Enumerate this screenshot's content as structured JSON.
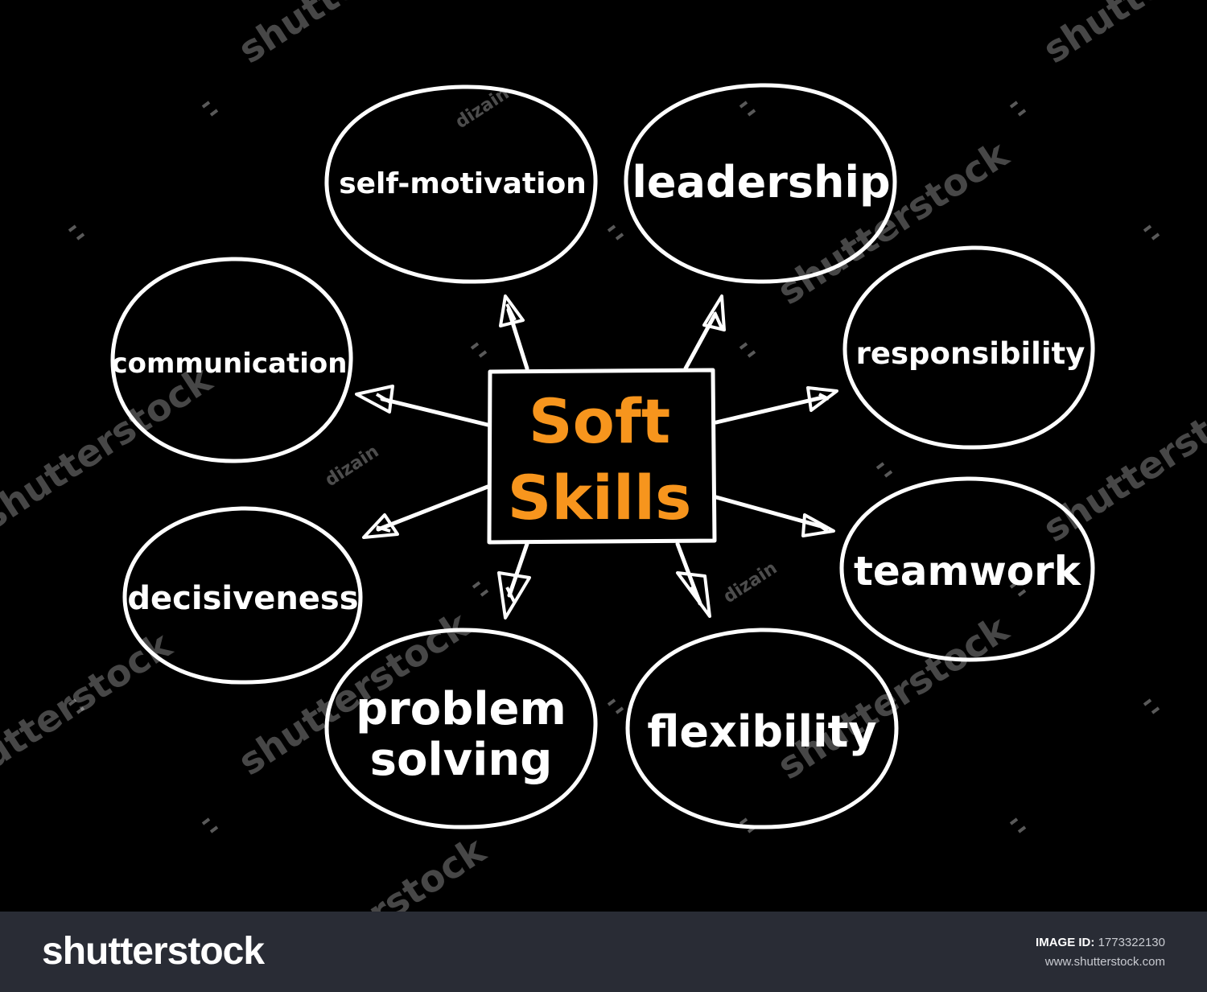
{
  "diagram": {
    "center": {
      "line1": "Soft",
      "line2": "Skills",
      "color": "#f7951d"
    },
    "nodes": {
      "self_motivation": "self-motivation",
      "leadership": "leadership",
      "communication": "communication",
      "responsibility": "responsibility",
      "decisiveness": "decisiveness",
      "teamwork": "teamwork",
      "problem_solving_1": "problem",
      "problem_solving_2": "solving",
      "flexibility": "flexibility"
    },
    "line_color": "#ffffff",
    "background": "#000000"
  },
  "watermark": {
    "brand": "shutterstock",
    "author": "dizain"
  },
  "footer": {
    "brand": "shutterstock",
    "image_id_label": "IMAGE ID:",
    "image_id": "1773322130",
    "site": "www.shutterstock.com",
    "background": "#292c35"
  }
}
